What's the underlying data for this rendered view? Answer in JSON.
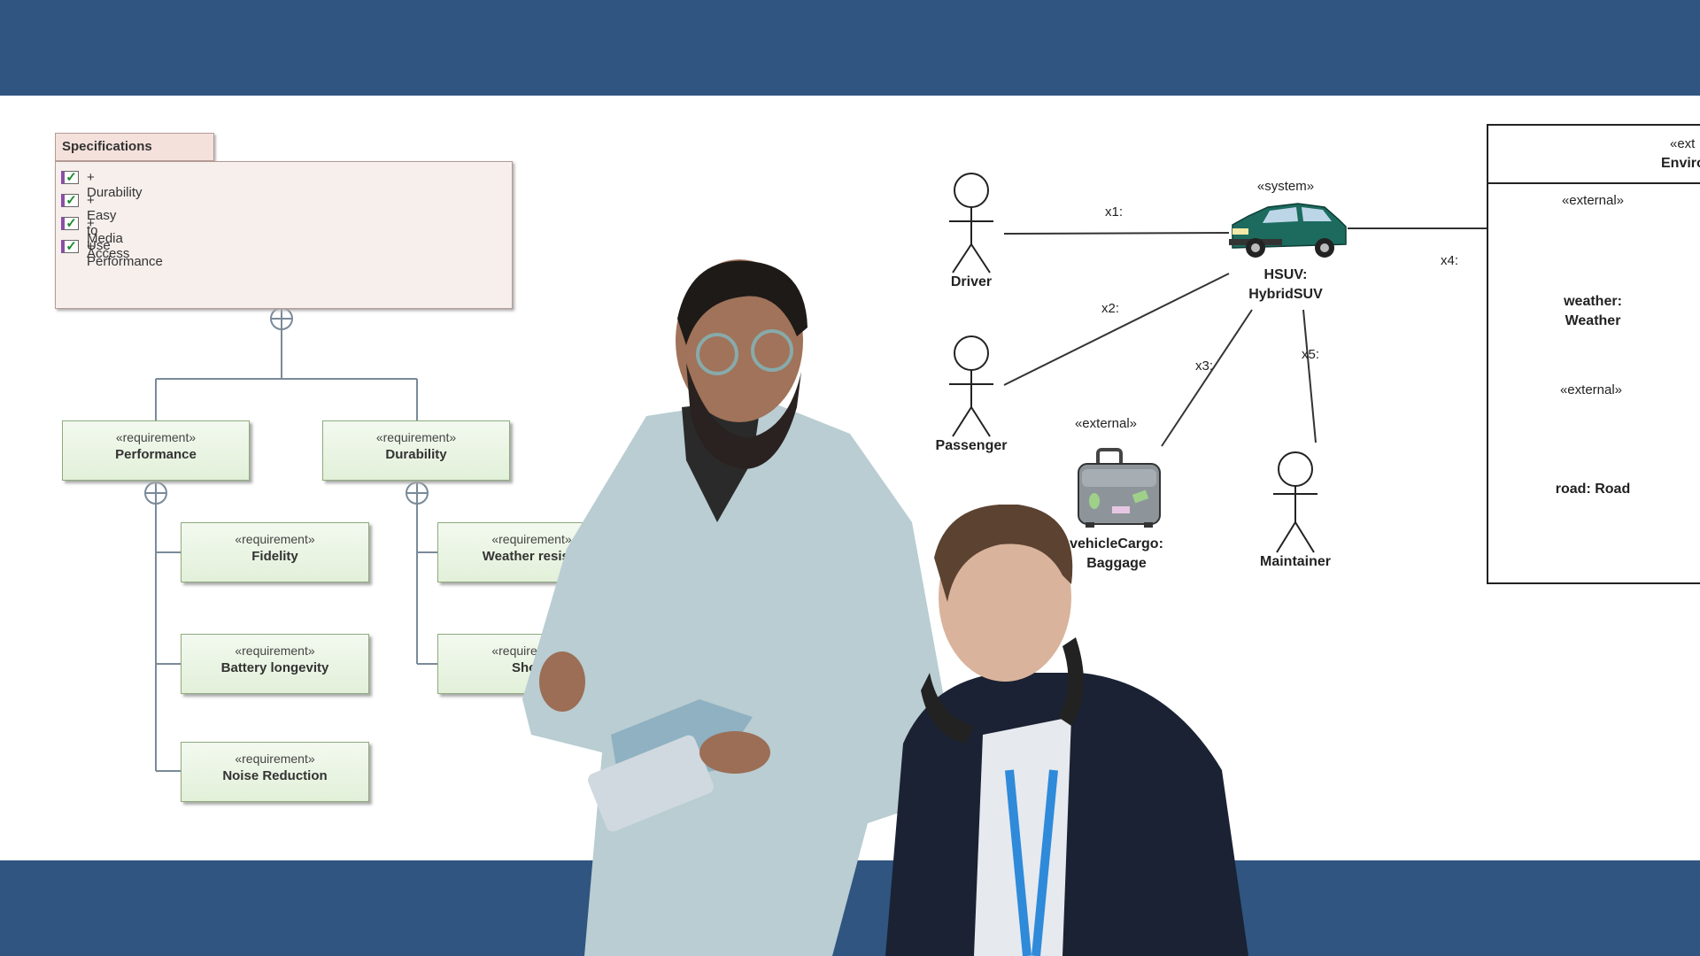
{
  "specifications": {
    "title": "Specifications",
    "items": [
      "+ Durability",
      "+ Easy to Use",
      "+ Media Access",
      "+ Performance"
    ]
  },
  "requirements": {
    "stereotype": "«requirement»",
    "performance": "Performance",
    "durability": "Durability",
    "fidelity": "Fidelity",
    "battery": "Battery longevity",
    "noise": "Noise Reduction",
    "weather_resist": "Weather resista",
    "shock": "Shock"
  },
  "context": {
    "system_stereotype": "«system»",
    "system_name_1": "HSUV:",
    "system_name_2": "HybridSUV",
    "external_stereotype": "«external»",
    "actors": {
      "driver": "Driver",
      "passenger": "Passenger",
      "maintainer": "Maintainer"
    },
    "cargo_1": "vehicleCargo:",
    "cargo_2": "Baggage",
    "weather_1": "weather:",
    "weather_2": "Weather",
    "road": "road: Road",
    "env_stereotype": "«ext",
    "env_name": "Enviro",
    "connectors": [
      "x1:",
      "x2:",
      "x3:",
      "x4:",
      "x5:"
    ]
  },
  "colors": {
    "band": "#2f5580",
    "spec_fill": "#f6efec",
    "req_fill": "#e2f0d9",
    "car": "#1c6b5e"
  }
}
